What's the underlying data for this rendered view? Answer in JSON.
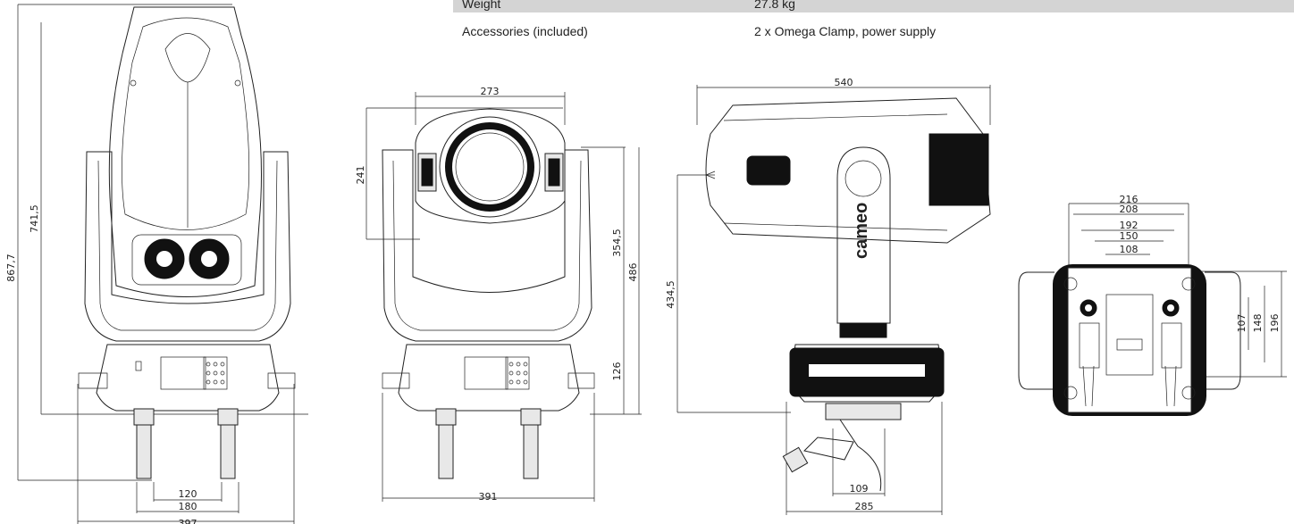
{
  "specs": [
    {
      "label": "Weight",
      "value": "27.8 kg"
    },
    {
      "label": "Accessories (included)",
      "value": "2 x Omega Clamp, power supply"
    }
  ],
  "dimensions": {
    "front_height_total": "867,7",
    "front_height_head": "741,5",
    "front_clamp_inner": "120",
    "front_clamp_outer": "180",
    "front_base_width": "397",
    "head_lens_width": "273",
    "head_lens_height": "241",
    "head_yoke_height": "354,5",
    "head_total_height": "486",
    "head_base_height": "126",
    "head_base_width": "391",
    "side_head_length": "540",
    "side_height": "434,5",
    "side_clamp": "109",
    "side_base_width": "285",
    "bottom_w1": "216",
    "bottom_w2": "208",
    "bottom_w3": "192",
    "bottom_w4": "150",
    "bottom_w5": "108",
    "bottom_h1": "107",
    "bottom_h2": "148",
    "bottom_h3": "196"
  },
  "brand": "cameo"
}
